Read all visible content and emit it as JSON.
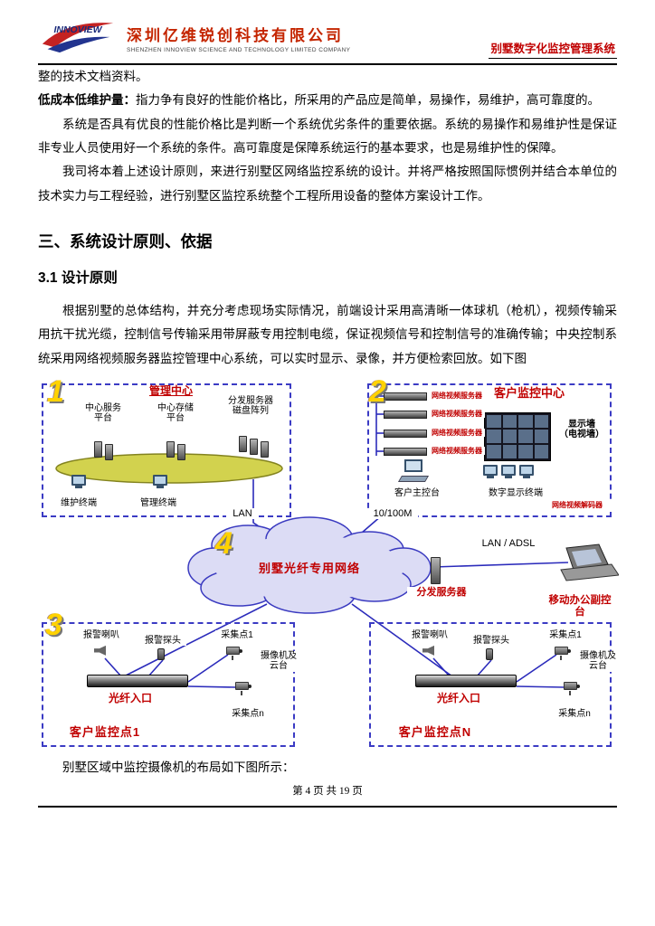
{
  "header": {
    "logo_text": "INNOVIEW",
    "company_cn": "深圳亿维锐创科技有限公司",
    "company_en": "SHENZHEN INNOVIEW SCIENCE AND TECHNOLOGY LIMITED COMPANY",
    "doc_title": "别墅数字化监控管理系统"
  },
  "content": {
    "p_continuation": "整的技术文档资料。",
    "low_cost_term": "低成本低维护量：",
    "low_cost_desc": "指力争有良好的性能价格比，所采用的产品应是简单，易操作，易维护，高可靠度的。",
    "p_performance": "系统是否具有优良的性能价格比是判断一个系统优劣条件的重要依据。系统的易操作和易维护性是保证非专业人员使用好一个系统的条件。高可靠度是保障系统运行的基本要求，也是易维护性的保障。",
    "p_design_intent": "我司将本着上述设计原则，来进行别墅区网络监控系统的设计。并将严格按照国际惯例并结合本单位的技术实力与工程经验，进行别墅区监控系统整个工程所用设备的整体方案设计工作。",
    "heading_section": "三、系统设计原则、依据",
    "heading_sub": "3.1 设计原则",
    "p_principle": "根据别墅的总体结构，并充分考虑现场实际情况，前端设计采用高清晰一体球机（枪机），视频传输采用抗干扰光缆，控制信号传输采用带屏蔽专用控制电缆，保证视频信号和控制信号的准确传输；中央控制系统采用网络视频服务器监控管理中心系统，可以实时显示、录像，并方便检索回放。如下图",
    "p_camera_layout": "别墅区域中监控摄像机的布局如下图所示：",
    "page_footer": "第 4 页 共 19 页"
  },
  "diagram": {
    "mgmt": {
      "num": "1",
      "title": "管理中心",
      "svc": "中心服务\n平台",
      "storage": "中心存储\n平台",
      "dist": "分发服务器\n磁盘阵列",
      "maint": "维护终端",
      "admin": "管理终端"
    },
    "lan": "LAN",
    "speed": "10/100M",
    "client_center": {
      "num": "2",
      "title": "客户监控中心",
      "servers": [
        "网络视频服务器",
        "网络视频服务器",
        "网络视频服务器",
        "网络视频服务器"
      ],
      "wall": "显示墙\n（电视墙）",
      "console": "客户主控台",
      "terminal": "数字显示终端",
      "decoder": "网络视频解码器"
    },
    "cloud": {
      "num": "4",
      "label": "别墅光纤专用网络"
    },
    "lan_adsl": "LAN / ADSL",
    "dist_server": "分发服务器",
    "mobile": "移动办公副控台",
    "site1": {
      "num": "3",
      "horn": "报警喇叭",
      "probe": "报警探头",
      "p1": "采集点1",
      "camera": "摄像机及\n云台",
      "fiber": "光纤入口",
      "pn": "采集点n",
      "title": "客户监控点1"
    },
    "siteN": {
      "horn": "报警喇叭",
      "probe": "报警探头",
      "p1": "采集点1",
      "camera": "摄像机及\n云台",
      "fiber": "光纤入口",
      "pn": "采集点n",
      "title": "客户监控点N"
    },
    "colors": {
      "accent_red": "#c00000",
      "line_blue": "#2b2bbb",
      "marker_yellow": "#ffd200",
      "ring_olive": "#d2d24e"
    }
  }
}
